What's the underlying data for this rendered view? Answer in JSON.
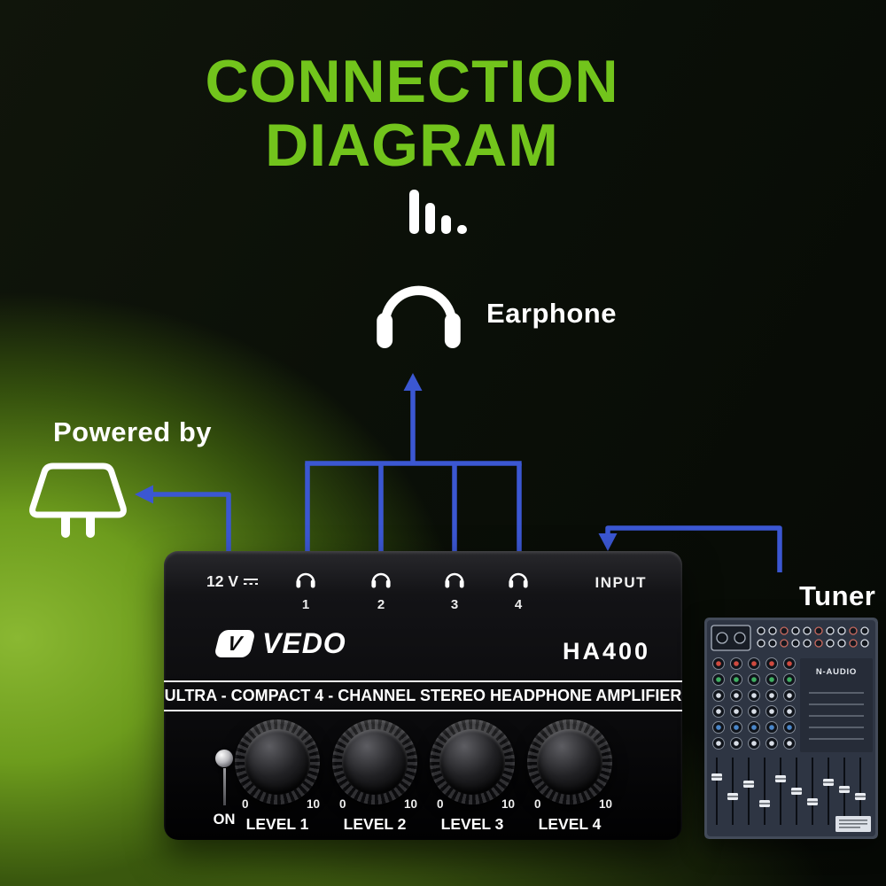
{
  "title": {
    "line1": "CONNECTION",
    "line2": "DIAGRAM"
  },
  "labels": {
    "earphone": "Earphone",
    "powered_by": "Powered by",
    "tuner": "Tuner"
  },
  "device": {
    "power_label": "12 V",
    "input_label": "INPUT",
    "jacks": [
      "1",
      "2",
      "3",
      "4"
    ],
    "brand_initial": "V",
    "brand": "VEDO",
    "model": "HA400",
    "tagline": "ULTRA - COMPACT 4 - CHANNEL STEREO HEADPHONE AMPLIFIER",
    "on_label": "ON",
    "knobs": [
      {
        "label": "LEVEL 1",
        "min": "0",
        "max": "10"
      },
      {
        "label": "LEVEL 2",
        "min": "0",
        "max": "10"
      },
      {
        "label": "LEVEL 3",
        "min": "0",
        "max": "10"
      },
      {
        "label": "LEVEL 4",
        "min": "0",
        "max": "10"
      }
    ]
  },
  "mixer": {
    "brand": "N-AUDIO"
  },
  "icons": {
    "sound_bars": "sound-bars-icon",
    "headphones": "headphones-icon",
    "power_plug": "power-plug-icon"
  },
  "colors": {
    "title_green": "#72c41c",
    "wire_blue": "#3b57d2",
    "background_green": "#6d9c1d"
  }
}
